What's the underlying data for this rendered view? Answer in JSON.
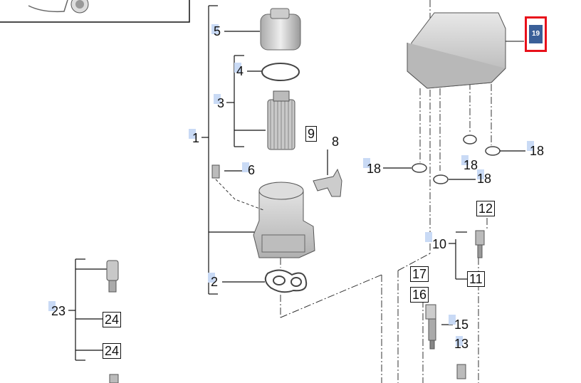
{
  "diagram": {
    "labels": {
      "p1": "1",
      "p2": "2",
      "p3": "3",
      "p4": "4",
      "p5": "5",
      "p6": "6",
      "p8": "8",
      "p9": "9",
      "p10": "10",
      "p11": "11",
      "p12": "12",
      "p13": "13",
      "p15": "15",
      "p16": "16",
      "p17": "17",
      "p18a": "18",
      "p18b": "18",
      "p18c": "18",
      "p18d": "18",
      "p19": "19",
      "p23": "23",
      "p24a": "24",
      "p24b": "24"
    },
    "colors": {
      "highlight": "#e8101a",
      "callout_fill": "#3a5f98",
      "tag_bg": "#c9daf5"
    }
  }
}
